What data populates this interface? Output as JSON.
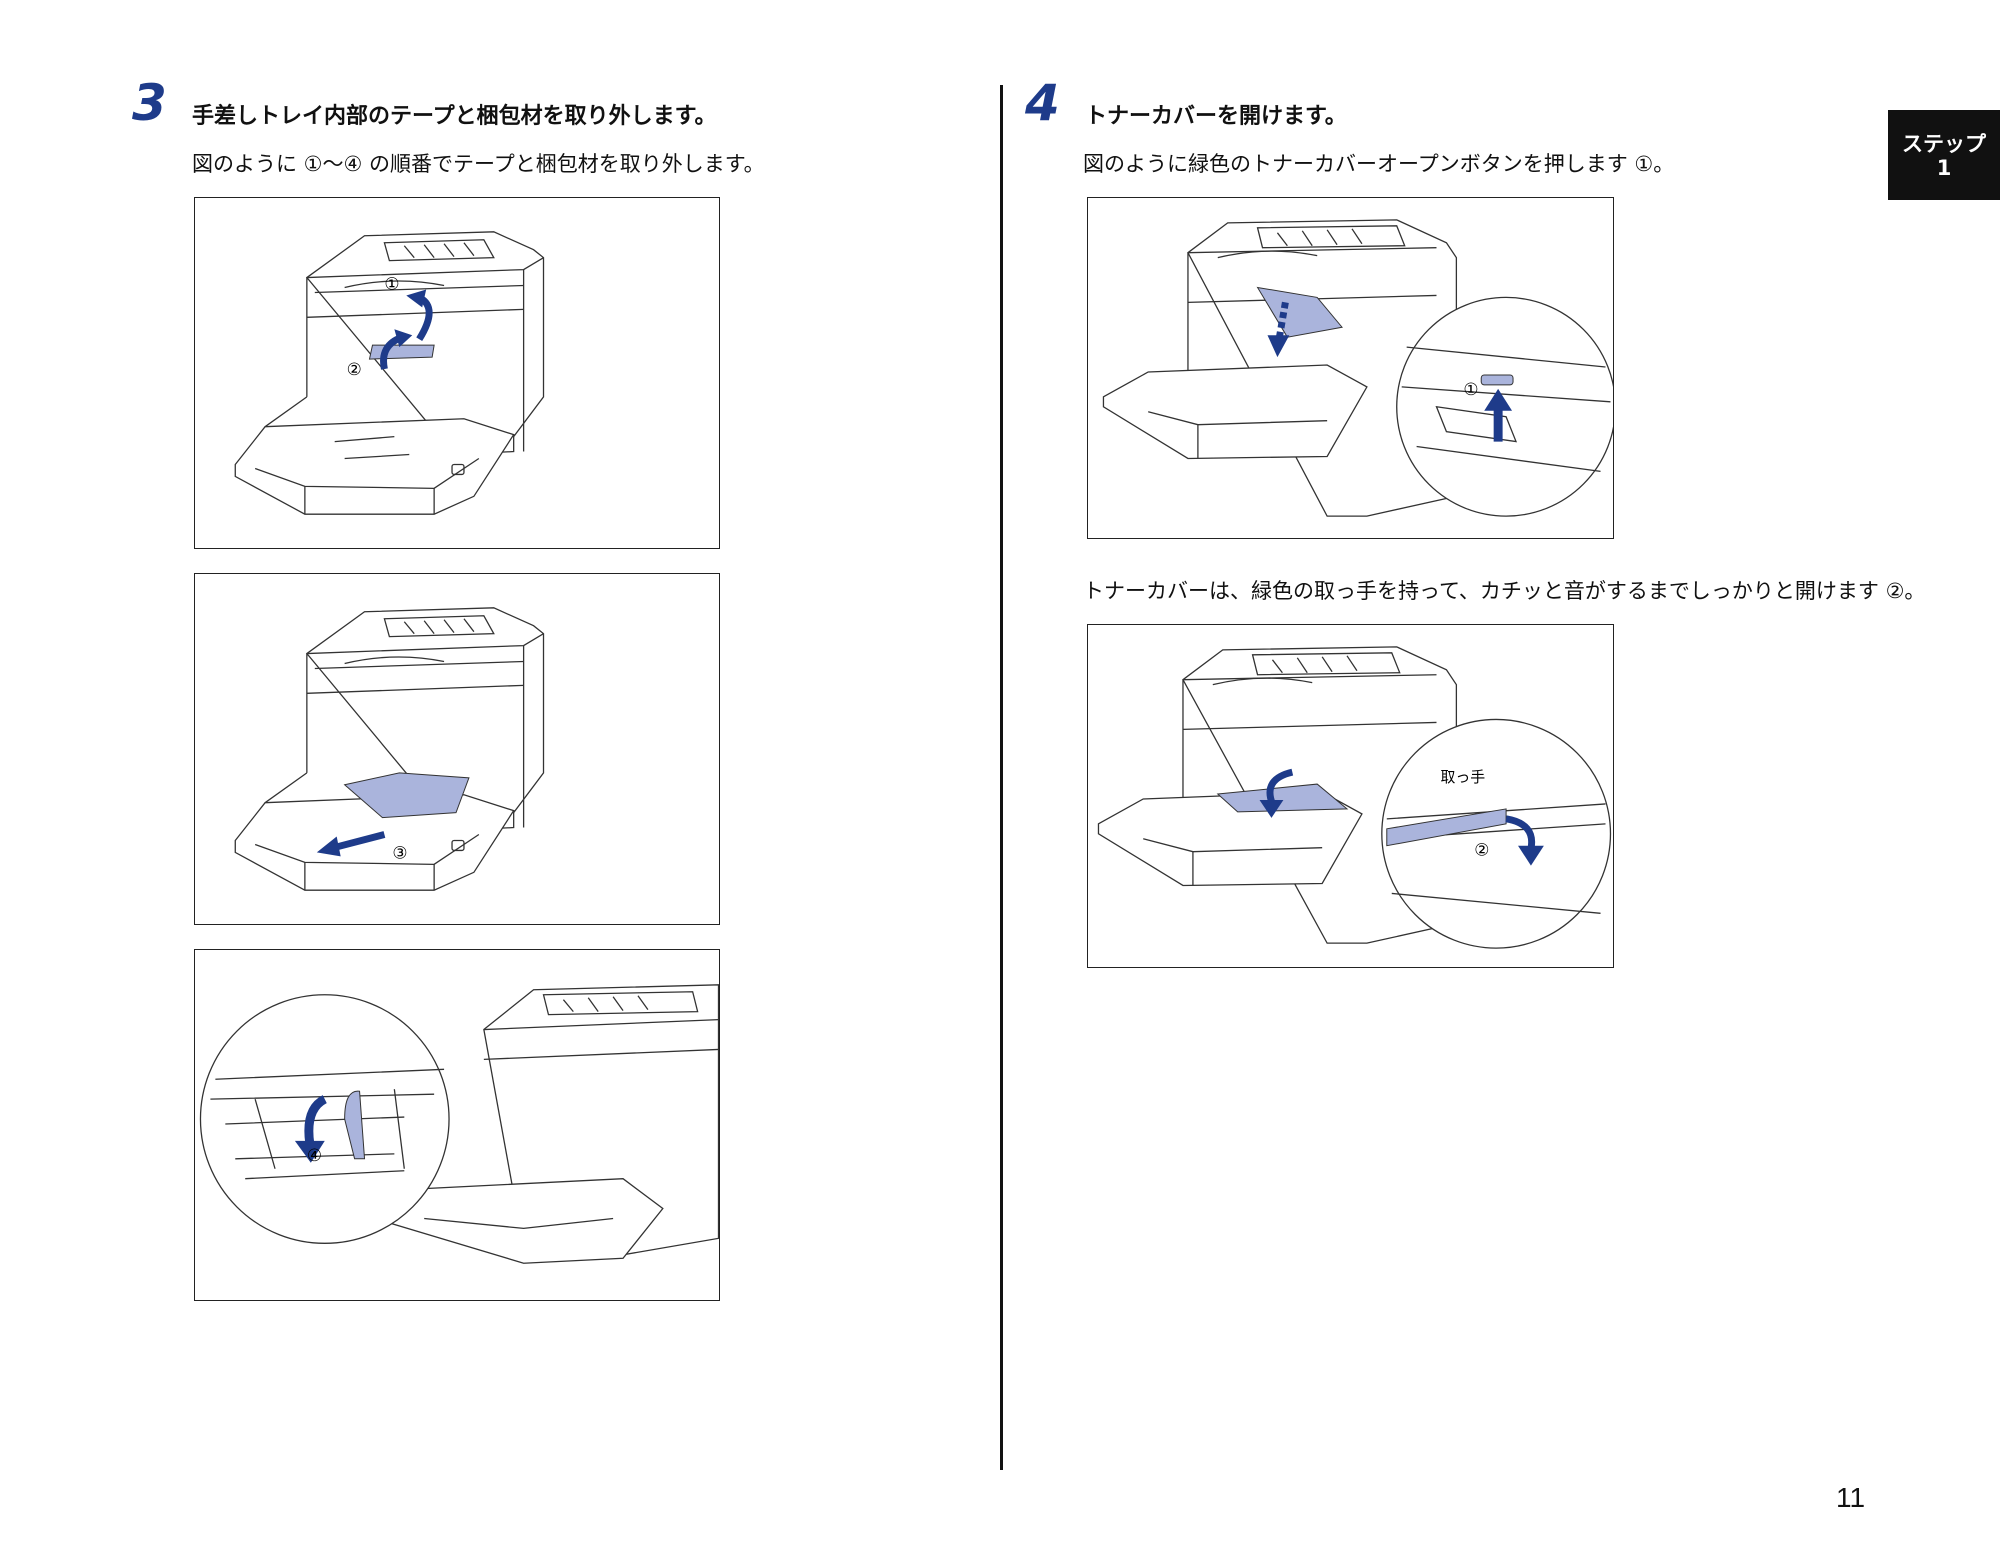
{
  "step3": {
    "number": "3",
    "title": "手差しトレイ内部のテープと梱包材を取り外します。",
    "desc": "図のように ①～④ の順番でテープと梱包材を取り外します。",
    "fig1_labels": [
      "①",
      "②"
    ],
    "fig2_labels": [
      "③"
    ],
    "fig3_labels": [
      "④"
    ]
  },
  "step4": {
    "number": "4",
    "title": "トナーカバーを開けます。",
    "desc1": "図のように緑色のトナーカバーオープンボタンを押します ①。",
    "desc2": "トナーカバーは、緑色の取っ手を持って、カチッと音がするまでしっかりと開けます ②。",
    "fig1_labels": [
      "①"
    ],
    "fig2_labels": [
      "取っ手",
      "②"
    ]
  },
  "side_tab": {
    "line1": "ステップ",
    "line2": "1"
  },
  "page_number": "11",
  "colors": {
    "accent": "#1e3b8a",
    "highlight": "#aab4dc"
  }
}
